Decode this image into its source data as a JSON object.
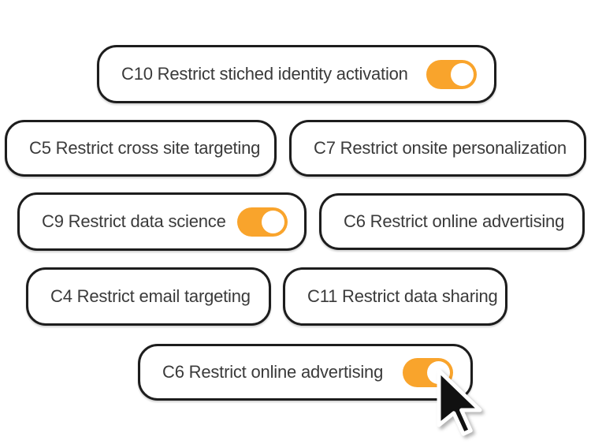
{
  "page": {
    "background": "#ffffff",
    "description": "Consent option pills with toggle switches"
  },
  "colors": {
    "pill_background": "#ffffff",
    "pill_border": "#1d1d1d",
    "label_text": "#3a3a3a",
    "toggle_on": "#f9a42c",
    "toggle_knob": "#ffffff",
    "cursor_fill": "#111111",
    "cursor_outline": "#ffffff"
  },
  "pills": [
    {
      "label": "C10 Restrict stiched identity activation",
      "toggle_state": "on"
    },
    {
      "label": "C5 Restrict cross site targeting",
      "toggle_state": "none"
    },
    {
      "label": "C7 Restrict onsite personalization",
      "toggle_state": "none"
    },
    {
      "label": "C9 Restrict data science",
      "toggle_state": "on"
    },
    {
      "label": "C6 Restrict online advertising",
      "toggle_state": "none"
    },
    {
      "label": "C4 Restrict email targeting",
      "toggle_state": "none"
    },
    {
      "label": "C11 Restrict data sharing",
      "toggle_state": "none"
    },
    {
      "label": "C6 Restrict online advertising",
      "toggle_state": "on"
    }
  ],
  "cursor": {
    "icon": "arrow-pointer-icon",
    "position": "over bottom toggle knob"
  }
}
